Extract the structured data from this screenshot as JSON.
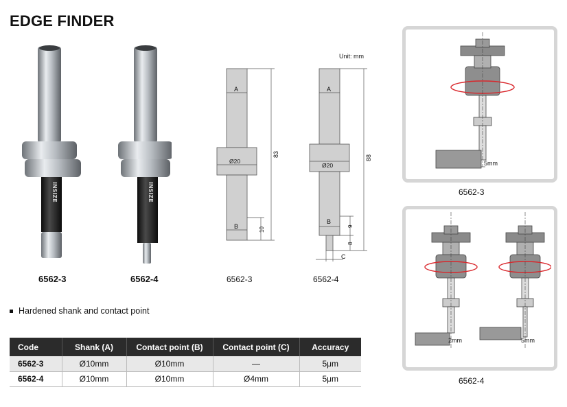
{
  "title": "EDGE FINDER",
  "unit": "Unit: mm",
  "photos": [
    {
      "code": "6562-3"
    },
    {
      "code": "6562-4"
    }
  ],
  "drawings": [
    {
      "code": "6562-3",
      "A": "A",
      "B": "B",
      "dia": "Ø20",
      "total": "83",
      "lower": "10"
    },
    {
      "code": "6562-4",
      "A": "A",
      "B": "B",
      "C": "C",
      "dia": "Ø20",
      "total": "88",
      "lower_b": "9",
      "lower_c": "8"
    }
  ],
  "panels": [
    {
      "code": "6562-3",
      "dims": [
        "5mm"
      ]
    },
    {
      "code": "6562-4",
      "dims": [
        "2mm",
        "5mm"
      ]
    }
  ],
  "feature": "Hardened shank and contact point",
  "table": {
    "headers": [
      "Code",
      "Shank (A)",
      "Contact point (B)",
      "Contact point (C)",
      "Accuracy"
    ],
    "rows": [
      [
        "6562-3",
        "Ø10mm",
        "Ø10mm",
        "—",
        "5μm"
      ],
      [
        "6562-4",
        "Ø10mm",
        "Ø10mm",
        "Ø4mm",
        "5μm"
      ]
    ]
  },
  "colors": {
    "header_bg": "#2b2b2b",
    "row_alt": "#e8e8e8",
    "arrow_red": "#d9262b",
    "panel_border": "#d6d6d6"
  }
}
